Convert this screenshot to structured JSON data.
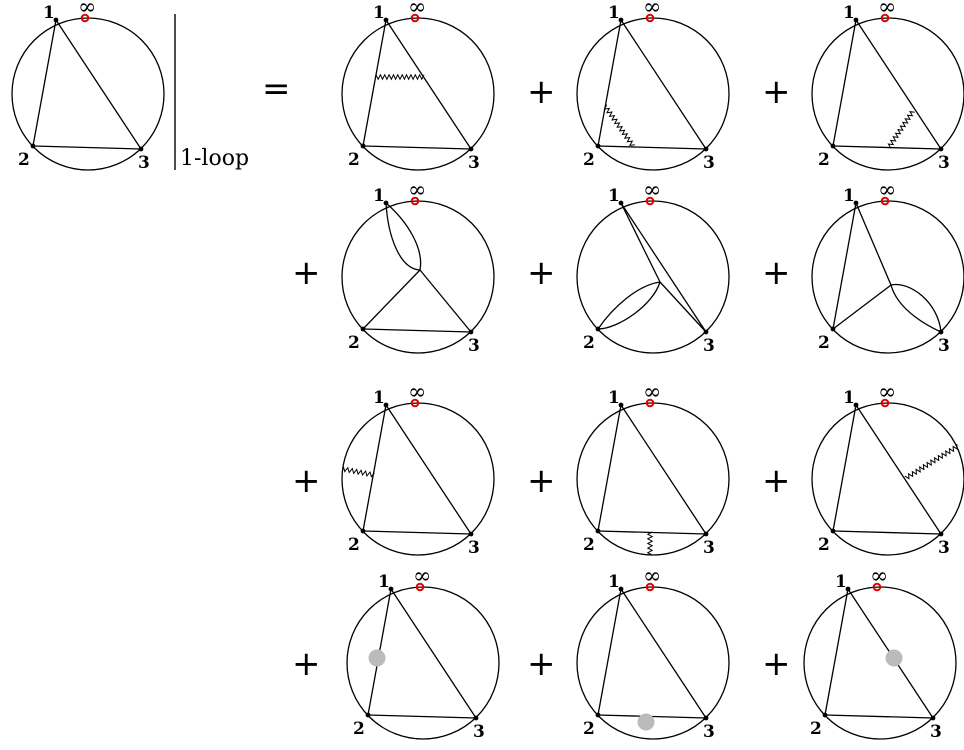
{
  "vertex_labels": [
    "1",
    "2",
    "3"
  ],
  "point_at_infinity": "∞",
  "loop_order_label": "1-loop",
  "equals_sign": "=",
  "plus_sign": "+",
  "colors": {
    "stroke": "#000000",
    "infinity_marker": "#e00000",
    "self_energy_blob": "#bbbbbb"
  },
  "diagrams": [
    {
      "id": "tree-triangle",
      "insertion": "none"
    },
    {
      "id": "gluon-between-12-and-13",
      "insertion": "wavy-propagator"
    },
    {
      "id": "gluon-between-12-and-23",
      "insertion": "wavy-propagator"
    },
    {
      "id": "gluon-between-13-and-23",
      "insertion": "wavy-propagator"
    },
    {
      "id": "loop-bubble-at-vertex-1",
      "insertion": "loop-bubble"
    },
    {
      "id": "loop-bubble-at-vertex-2",
      "insertion": "loop-bubble"
    },
    {
      "id": "loop-bubble-at-vertex-3",
      "insertion": "loop-bubble"
    },
    {
      "id": "gluon-between-12-and-boundary",
      "insertion": "wavy-propagator"
    },
    {
      "id": "gluon-between-23-and-boundary",
      "insertion": "wavy-propagator"
    },
    {
      "id": "gluon-between-13-and-boundary",
      "insertion": "wavy-propagator"
    },
    {
      "id": "self-energy-on-12",
      "insertion": "self-energy-blob"
    },
    {
      "id": "self-energy-on-23",
      "insertion": "self-energy-blob"
    },
    {
      "id": "self-energy-on-13",
      "insertion": "self-energy-blob"
    }
  ]
}
